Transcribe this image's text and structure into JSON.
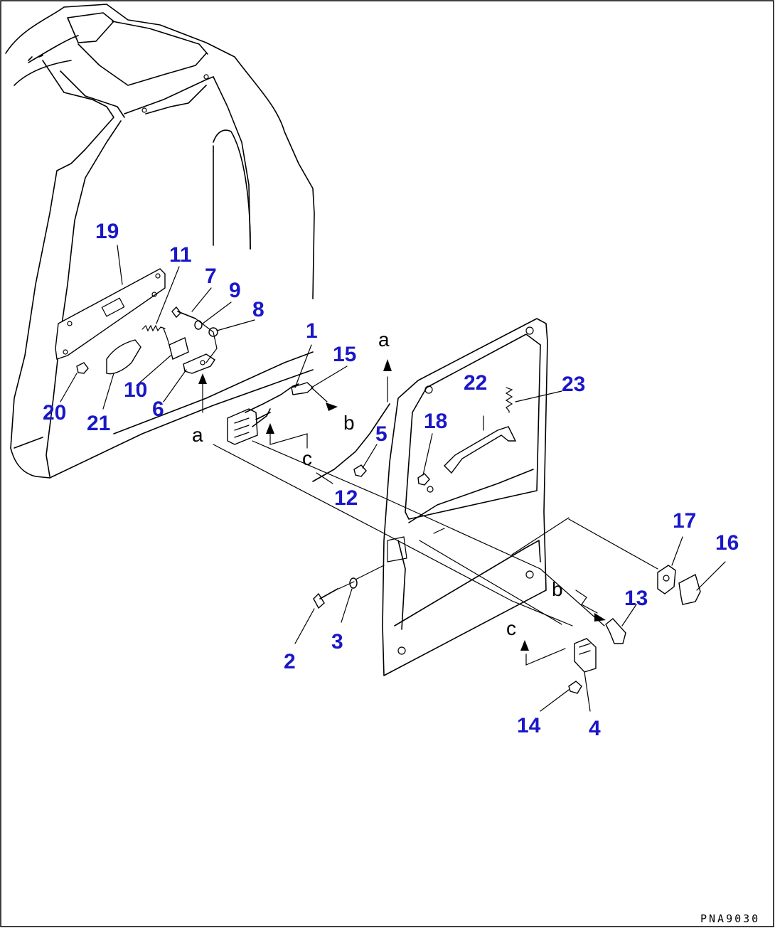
{
  "callouts": [
    {
      "id": "1",
      "label": "1"
    },
    {
      "id": "2",
      "label": "2"
    },
    {
      "id": "3",
      "label": "3"
    },
    {
      "id": "4",
      "label": "4"
    },
    {
      "id": "5",
      "label": "5"
    },
    {
      "id": "6",
      "label": "6"
    },
    {
      "id": "7",
      "label": "7"
    },
    {
      "id": "8",
      "label": "8"
    },
    {
      "id": "9",
      "label": "9"
    },
    {
      "id": "10",
      "label": "10"
    },
    {
      "id": "11",
      "label": "11"
    },
    {
      "id": "12",
      "label": "12"
    },
    {
      "id": "13",
      "label": "13"
    },
    {
      "id": "14",
      "label": "14"
    },
    {
      "id": "15",
      "label": "15"
    },
    {
      "id": "16",
      "label": "16"
    },
    {
      "id": "17",
      "label": "17"
    },
    {
      "id": "18",
      "label": "18"
    },
    {
      "id": "19",
      "label": "19"
    },
    {
      "id": "20",
      "label": "20"
    },
    {
      "id": "21",
      "label": "21"
    },
    {
      "id": "22",
      "label": "22"
    },
    {
      "id": "23",
      "label": "23"
    }
  ],
  "reference_letters": {
    "a_bottom": "a",
    "a_top": "a",
    "b_left": "b",
    "b_right": "b",
    "c_left": "c",
    "c_right": "c"
  },
  "drawing_number": "PNA9030",
  "colors": {
    "callout": "#1a17c8",
    "line": "#000000",
    "background": "#ffffff"
  }
}
